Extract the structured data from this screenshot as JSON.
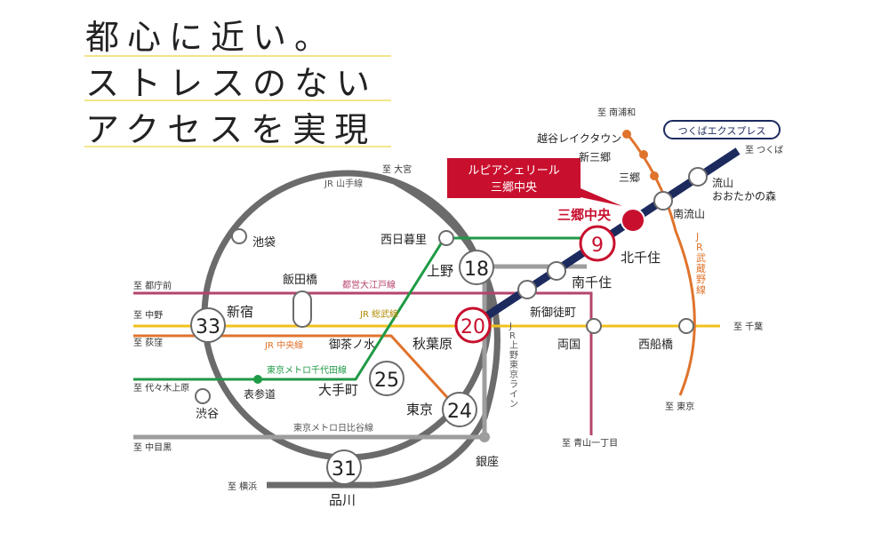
{
  "headline": [
    "都心に近い。",
    "ストレスのない",
    "アクセスを実現"
  ],
  "colors": {
    "yamanote": "#6b6b6b",
    "tx": "#1c2a5e",
    "oedo": "#b5446e",
    "sobu": "#f0c21c",
    "chuo": "#e0732c",
    "chiyoda": "#1f9a46",
    "hibiya": "#9d9d9d",
    "musashino": "#e0732c",
    "accent_red": "#c8102e",
    "station_red": "#c8102e"
  },
  "property": {
    "name": "ルピアシェリール",
    "sub": "三郷中央"
  },
  "tx_label": "つくばエクスプレス",
  "line_labels": {
    "yamanote": "JR 山手線",
    "oedo": "都営大江戸線",
    "sobu": "JR 総武線",
    "chuo": "JR 中央線",
    "chiyoda": "東京メトロ千代田線",
    "hibiya": "東京メトロ日比谷線",
    "ueno_tokyo": "JR上野東京ライン",
    "musashino": "JR武蔵野線"
  },
  "directions": {
    "omiya": "至 大宮",
    "minamiurawa": "至 南浦和",
    "tsukuba": "至 つくば",
    "tochomae": "至 都庁前",
    "nakano": "至 中野",
    "ogikubo": "至 荻窪",
    "yoyogiuehara": "至 代々木上原",
    "nakameguro": "至 中目黒",
    "yokohama": "至 横浜",
    "chiba": "至 千葉",
    "tokyo": "至 東京",
    "aoyama": "至 青山一丁目"
  },
  "stations": {
    "koshigaya": "越谷レイクタウン",
    "shinmisato": "新三郷",
    "misato": "三郷",
    "misatochuo": "三郷中央",
    "nagareyama_otaka": "流山\nおおたかの森",
    "minaminagareyama": "南流山",
    "kitasenju": "北千住",
    "minamisenju": "南千住",
    "shinokachimachi": "新御徒町",
    "nishinippori": "西日暮里",
    "ueno": "上野",
    "akihabara": "秋葉原",
    "ikebukuro": "池袋",
    "iidabashi": "飯田橋",
    "shinjuku": "新宿",
    "ochanomizu": "御茶ノ水",
    "otemachi": "大手町",
    "omotesando": "表参道",
    "shibuya": "渋谷",
    "tokyo": "東京",
    "shinagawa": "品川",
    "ginza": "銀座",
    "ryogoku": "両国",
    "nishifunabashi": "西船橋"
  },
  "times": {
    "kitasenju": "9",
    "akihabara": "20",
    "ueno": "18",
    "shinjuku": "33",
    "otemachi": "25",
    "tokyo": "24",
    "shinagawa": "31"
  }
}
